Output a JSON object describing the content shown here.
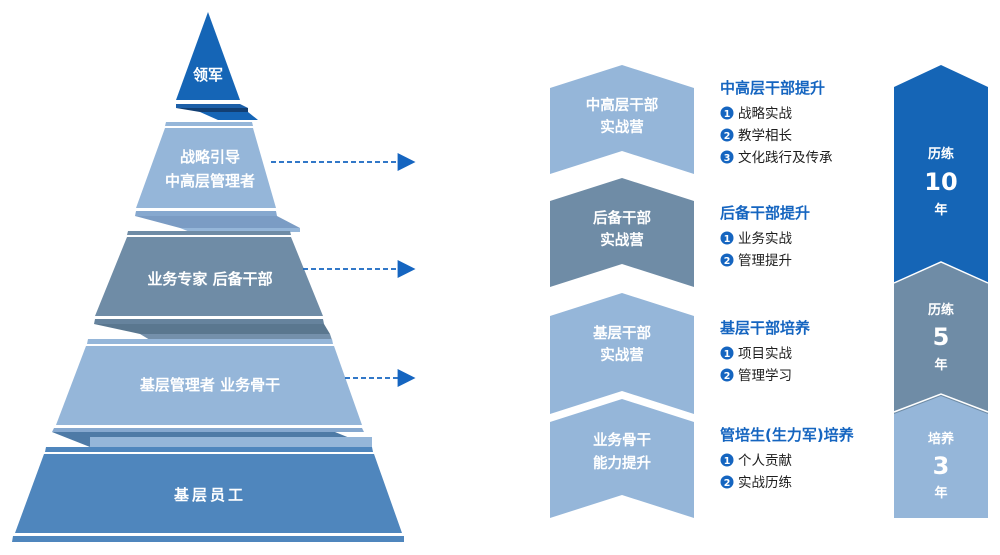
{
  "colors": {
    "dark_blue": "#1565b6",
    "gray_blue": "#6f8ca6",
    "light_blue": "#95b6d9",
    "mid_blue": "#4f86bd",
    "title_blue": "#1565c0",
    "arrow_blue": "#1565c0"
  },
  "pyramid": {
    "levels": [
      {
        "lines": [
          "领军"
        ]
      },
      {
        "lines": [
          "战略引导",
          "中高层管理者"
        ]
      },
      {
        "lines": [
          "业务专家  后备干部"
        ]
      },
      {
        "lines": [
          "基层管理者  业务骨干"
        ]
      },
      {
        "lines": [
          "基层员工"
        ]
      }
    ]
  },
  "camps": [
    {
      "lines": [
        "中高层干部",
        "实战营"
      ],
      "title": "中高层干部提升",
      "items": [
        "战略实战",
        "教学相长",
        "文化践行及传承"
      ]
    },
    {
      "lines": [
        "后备干部",
        "实战营"
      ],
      "title": "后备干部提升",
      "items": [
        "业务实战",
        "管理提升"
      ]
    },
    {
      "lines": [
        "基层干部",
        "实战营"
      ],
      "title": "基层干部培养",
      "items": [
        "项目实战",
        "管理学习"
      ]
    },
    {
      "lines": [
        "业务骨干",
        "能力提升"
      ],
      "title": "管培生(生力军)培养",
      "items": [
        "个人贡献",
        "实战历练"
      ]
    }
  ],
  "timeline": [
    {
      "label": "历练",
      "number": "10",
      "unit": "年"
    },
    {
      "label": "历练",
      "number": "5",
      "unit": "年"
    },
    {
      "label": "培养",
      "number": "3",
      "unit": "年"
    }
  ]
}
